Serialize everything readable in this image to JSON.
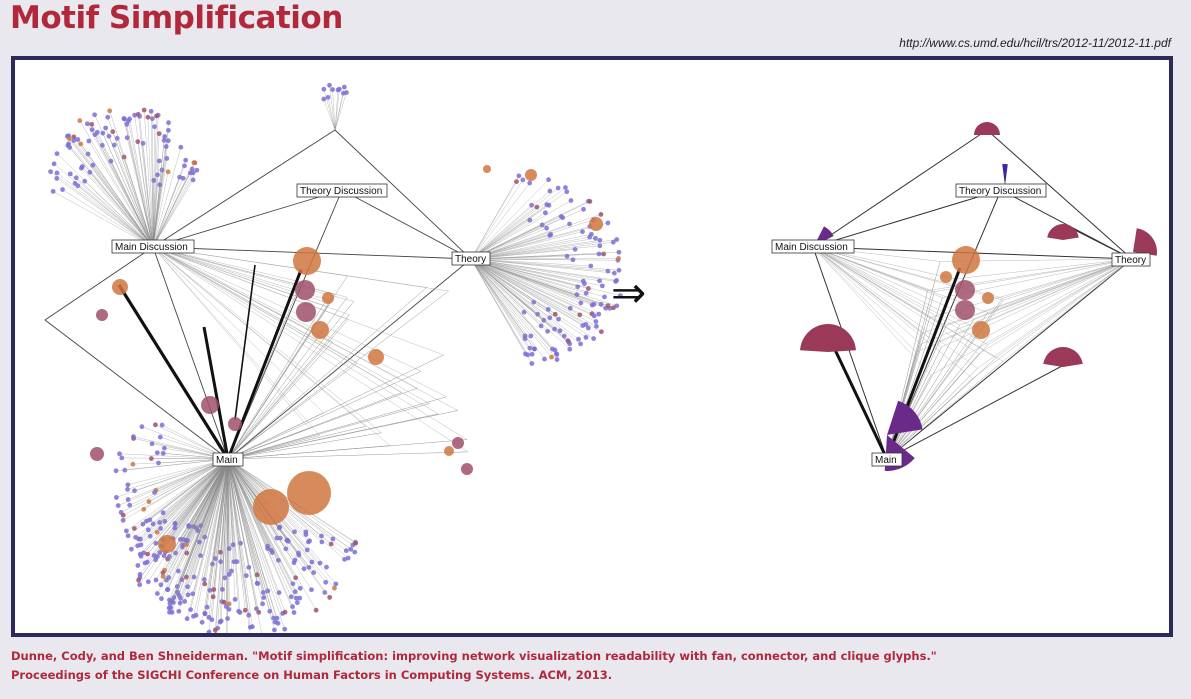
{
  "slide": {
    "title": "Motif Simplification",
    "source_url": "http://www.cs.umd.edu/hcil/trs/2012-11/2012-11.pdf",
    "citation_line1": "Dunne, Cody, and Ben Shneiderman. \"Motif simplification: improving network visualization readability with fan, connector, and clique glyphs.\"",
    "citation_line2": "Proceedings of the SIGCHI Conference on Human Factors in Computing Systems. ACM, 2013."
  },
  "diagram": {
    "arrow_glyph": "⇒",
    "left_graph_labels": {
      "main_discussion": "Main Discussion",
      "theory_discussion": "Theory Discussion",
      "theory": "Theory",
      "main": "Main"
    },
    "right_graph_labels": {
      "main_discussion": "Main Discussion",
      "theory_discussion": "Theory Discussion",
      "theory": "Theory",
      "main": "Main"
    }
  },
  "colors": {
    "title": "#b0283a",
    "frame_border": "#2c2a5a",
    "node_purple": "#7b6fd6",
    "node_orange": "#d0763f",
    "node_mauve": "#a0506a",
    "glyph_purple": "#6a2a8a",
    "glyph_maroon": "#9a3a58"
  }
}
